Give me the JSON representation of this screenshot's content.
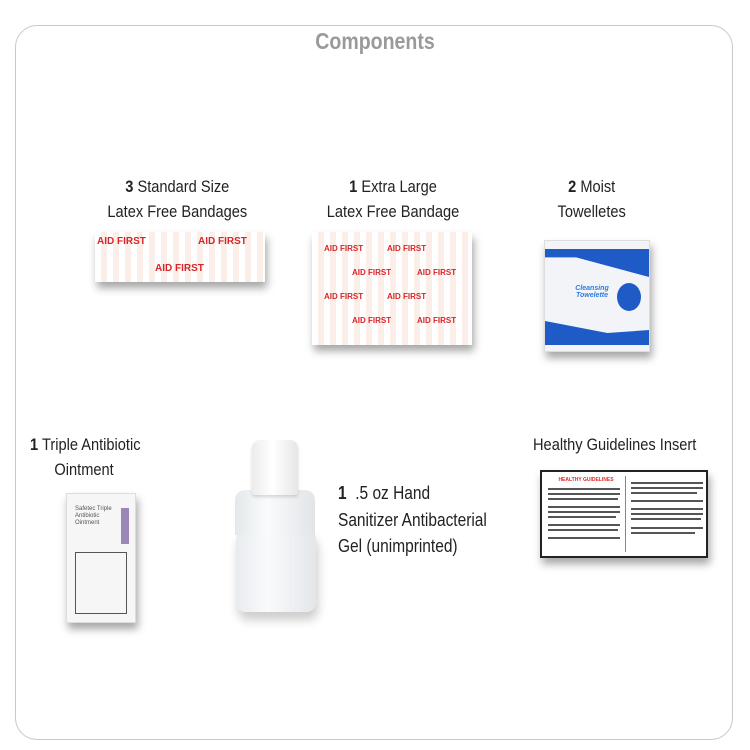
{
  "title": "Components",
  "items": [
    {
      "qty": "3",
      "line1": "Standard Size",
      "line2": "Latex Free Bandages",
      "icon": "bandage-icon",
      "print": "AID FIRST"
    },
    {
      "qty": "1",
      "line1": "Extra Large",
      "line2": "Latex Free Bandage",
      "icon": "large-bandage-icon",
      "print": "AID FIRST"
    },
    {
      "qty": "2",
      "line1": "Moist",
      "line2": "Towelletes",
      "icon": "towelette-packet-icon",
      "print": "Cleansing Towelette"
    },
    {
      "qty": "1",
      "line1": "Triple Antibiotic",
      "line2": "Ointment",
      "icon": "ointment-packet-icon",
      "print": "Safetec Triple Antibiotic Ointment"
    },
    {
      "qty": "1",
      "line1": ".5 oz Hand",
      "line2": "Sanitizer Antibacterial",
      "line3": "Gel (unimprinted)",
      "icon": "sanitizer-bottle-icon"
    },
    {
      "line1": "Healthy Guidelines Insert",
      "icon": "insert-leaflet-icon",
      "print": "Healthy Guidelines"
    }
  ],
  "colors": {
    "title": "#9a9a9a",
    "aid_red": "#d6262a",
    "towelette_blue": "#1e5bc6",
    "ointment_purple": "#9b86b8"
  }
}
